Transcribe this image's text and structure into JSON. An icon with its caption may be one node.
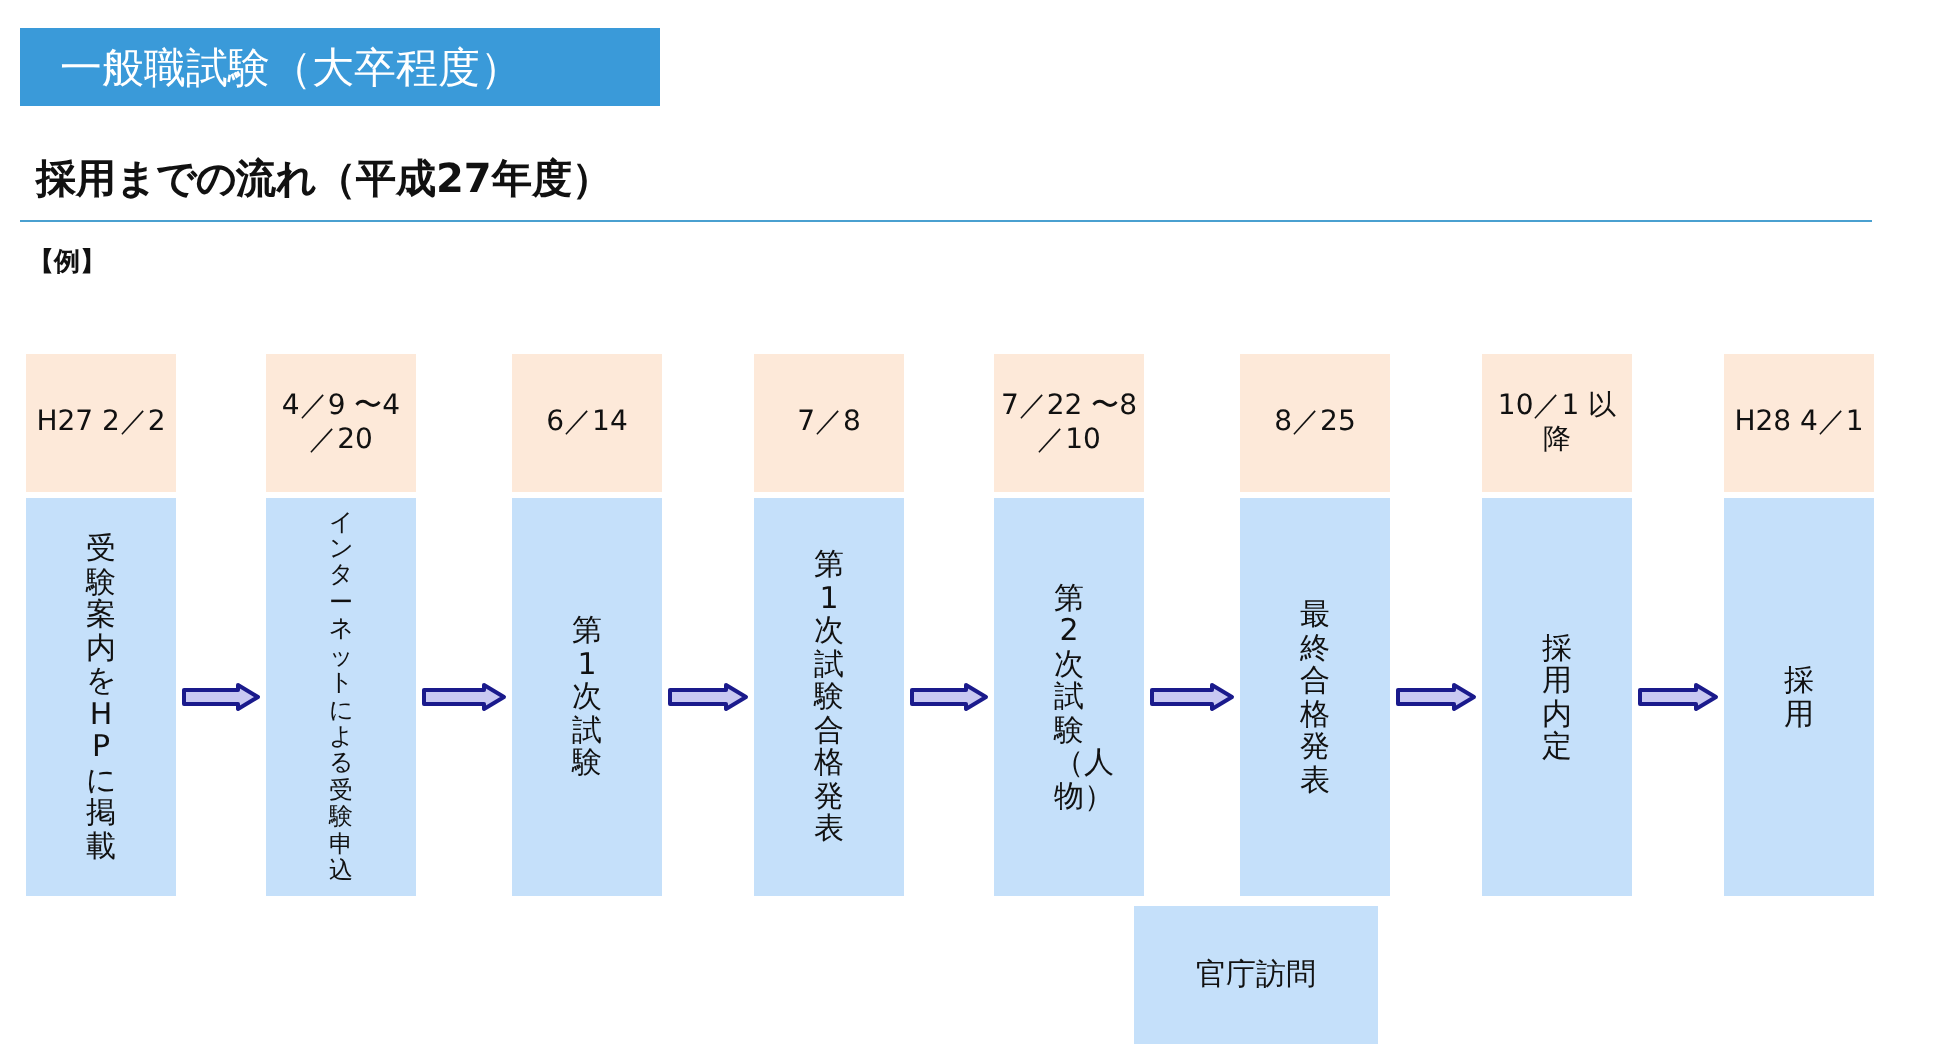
{
  "diagram": {
    "title": "一般職試験（大卒程度）",
    "nodes": [
      {
        "text": [
          "H27 2／2"
        ]
      },
      {
        "text": [
          "受験案内をHPに掲載"
        ]
      },
      {
        "text": [
          "4／9 〜4／20"
        ]
      },
      {
        "text": [
          "インターネットによる受験申込"
        ]
      },
      {
        "text": [
          "6／14"
        ]
      },
      {
        "text": [
          "第1次試験"
        ]
      },
      {
        "text": [
          "7／8"
        ]
      },
      {
        "text": [
          "第1次試験合格発表"
        ]
      },
      {
        "text": [
          "7／22 〜8／10"
        ]
      },
      {
        "text": [
          "第2次試験（人物）"
        ]
      },
      {
        "text": [
          "8／25"
        ]
      },
      {
        "text": [
          "最終合格発表"
        ]
      },
      {
        "text": [
          "10／1 以降"
        ]
      },
      {
        "text": [
          "採用内定"
        ]
      },
      {
        "text": [
          "H28 4／1"
        ]
      },
      {
        "text": [
          "採用"
        ]
      },
      {
        "text": [
          "官庁訪問"
        ]
      }
    ],
    "edges": [
      {
        "from": 1,
        "to": 3,
        "arrow": "to"
      },
      {
        "from": 3,
        "to": 5,
        "arrow": "to"
      },
      {
        "from": 5,
        "to": 7,
        "arrow": "to"
      },
      {
        "from": 7,
        "to": 9,
        "arrow": "to"
      },
      {
        "from": 9,
        "to": 11,
        "arrow": "to"
      },
      {
        "from": 11,
        "to": 13,
        "arrow": "to"
      },
      {
        "from": 13,
        "to": 15,
        "arrow": "to"
      }
    ],
    "labels": [
      "採用までの流れ（平成27年度）",
      "【例】"
    ]
  }
}
